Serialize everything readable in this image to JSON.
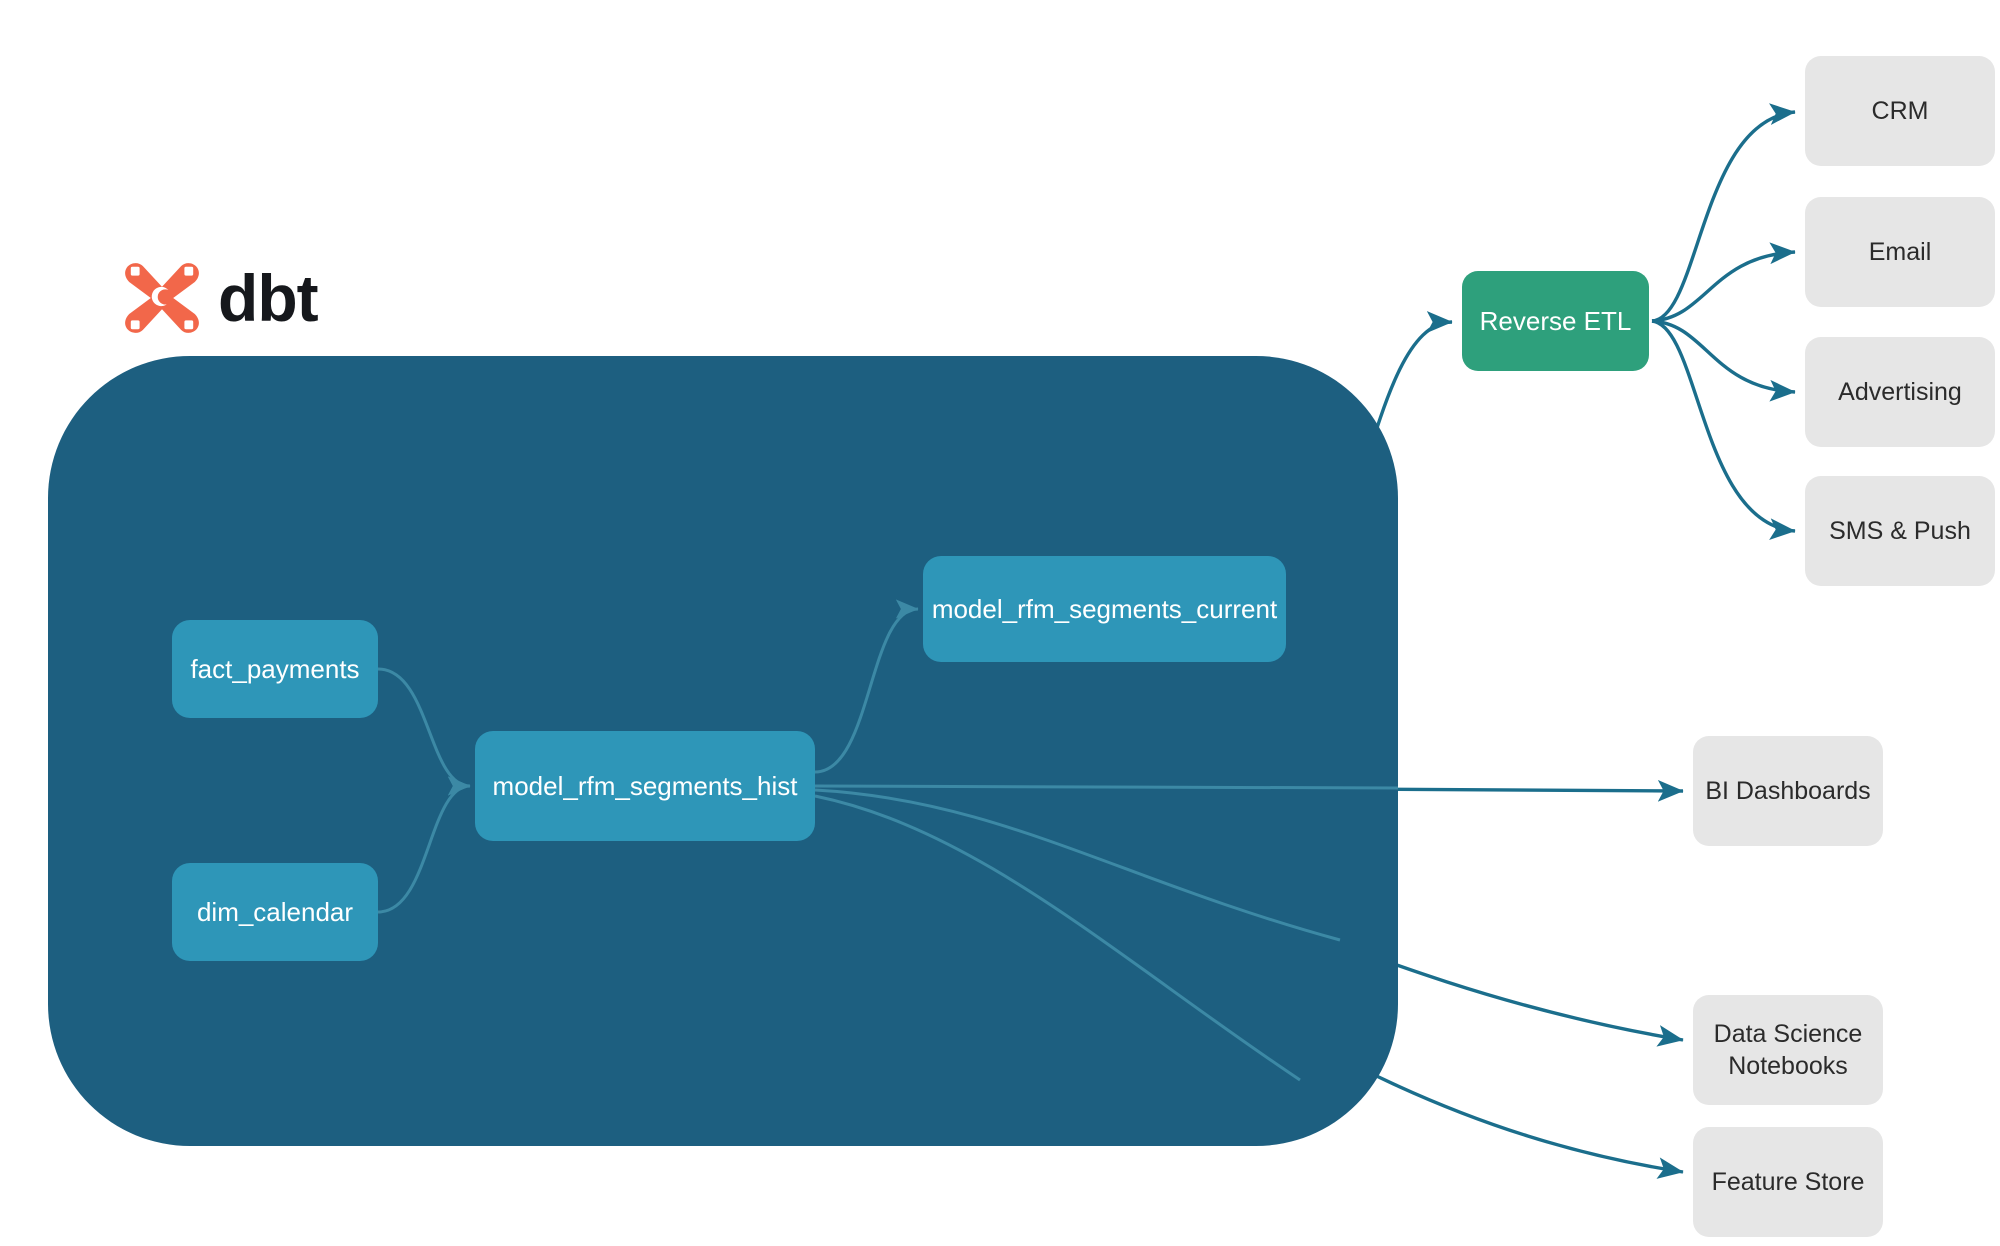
{
  "brand": {
    "name": "dbt",
    "logo_icon": "dbt-logo-icon",
    "logo_color": "#F2674A",
    "text_color": "#16181C"
  },
  "colors": {
    "warehouse_fill": "#1D5F80",
    "model_node_fill": "#2E96B8",
    "reverse_etl_fill": "#2EA07C",
    "destination_fill": "#E6E6E6",
    "edge_external": "#1B6E8C",
    "edge_internal": "#3C89A5",
    "background": "#FFFFFF"
  },
  "warehouse": {
    "label": "",
    "models": [
      {
        "id": "fact_payments",
        "label": "fact_payments"
      },
      {
        "id": "dim_calendar",
        "label": "dim_calendar"
      },
      {
        "id": "model_rfm_segments_hist",
        "label": "model_rfm_segments_hist"
      },
      {
        "id": "model_rfm_segments_current",
        "label": "model_rfm_segments_current"
      }
    ]
  },
  "reverse_etl": {
    "label": "Reverse ETL"
  },
  "destinations": {
    "activation": [
      {
        "id": "crm",
        "label": "CRM"
      },
      {
        "id": "email",
        "label": "Email"
      },
      {
        "id": "advertising",
        "label": "Advertising"
      },
      {
        "id": "sms_push",
        "label": "SMS & Push"
      }
    ],
    "analytics": [
      {
        "id": "bi_dashboards",
        "label": "BI Dashboards"
      },
      {
        "id": "data_science_notebooks",
        "label": "Data Science Notebooks"
      },
      {
        "id": "feature_store",
        "label": "Feature Store"
      }
    ]
  },
  "edges": [
    {
      "from": "fact_payments",
      "to": "model_rfm_segments_hist"
    },
    {
      "from": "dim_calendar",
      "to": "model_rfm_segments_hist"
    },
    {
      "from": "model_rfm_segments_hist",
      "to": "model_rfm_segments_current"
    },
    {
      "from": "model_rfm_segments_current",
      "to": "reverse_etl"
    },
    {
      "from": "reverse_etl",
      "to": "crm"
    },
    {
      "from": "reverse_etl",
      "to": "email"
    },
    {
      "from": "reverse_etl",
      "to": "advertising"
    },
    {
      "from": "reverse_etl",
      "to": "sms_push"
    },
    {
      "from": "model_rfm_segments_hist",
      "to": "bi_dashboards"
    },
    {
      "from": "model_rfm_segments_hist",
      "to": "data_science_notebooks"
    },
    {
      "from": "model_rfm_segments_hist",
      "to": "feature_store"
    }
  ]
}
